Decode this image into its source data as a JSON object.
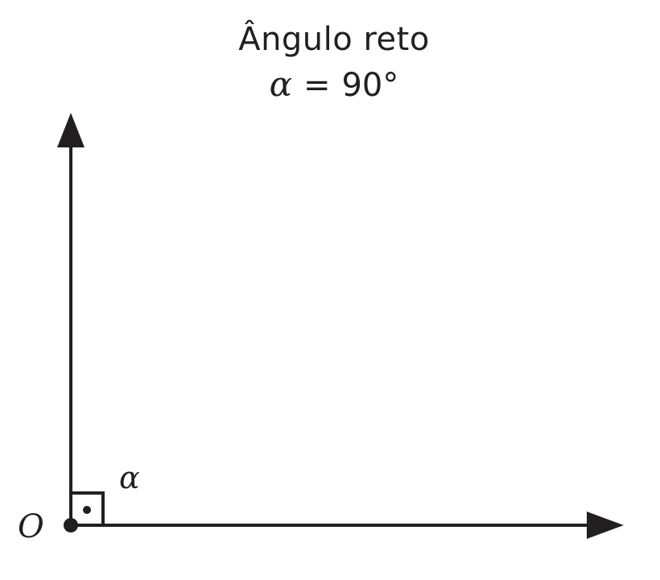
{
  "diagram": {
    "title": "Ângulo reto",
    "formula": {
      "symbol": "α",
      "operator": "=",
      "value": "90°"
    },
    "vertex_label": "O",
    "angle_label": "α",
    "colors": {
      "stroke": "#231f20",
      "background": "#ffffff"
    }
  }
}
